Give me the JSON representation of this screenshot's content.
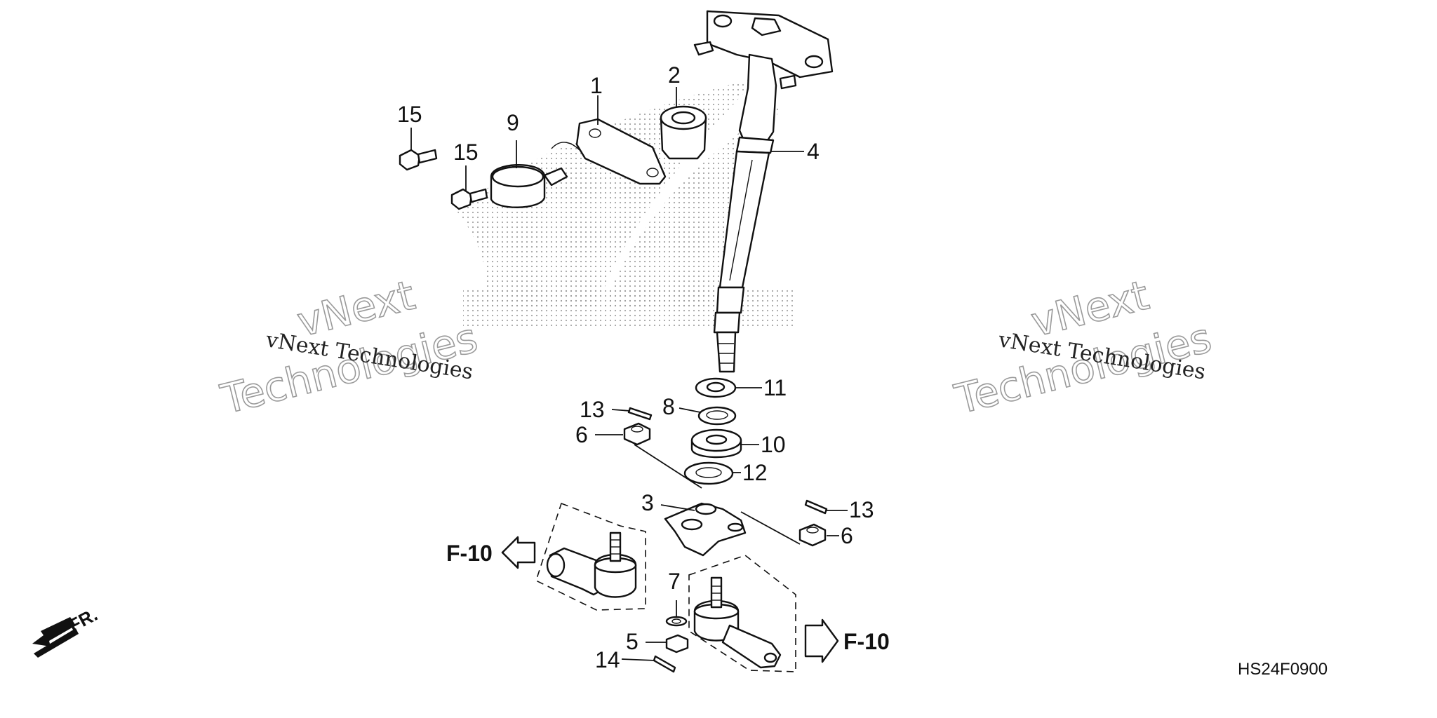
{
  "parts": [
    {
      "number": "1"
    },
    {
      "number": "2"
    },
    {
      "number": "3"
    },
    {
      "number": "4"
    },
    {
      "number": "5"
    },
    {
      "number": "6"
    },
    {
      "number": "6"
    },
    {
      "number": "7"
    },
    {
      "number": "8"
    },
    {
      "number": "9"
    },
    {
      "number": "10"
    },
    {
      "number": "11"
    },
    {
      "number": "12"
    },
    {
      "number": "13"
    },
    {
      "number": "13"
    },
    {
      "number": "14"
    },
    {
      "number": "15"
    },
    {
      "number": "15"
    }
  ],
  "refs": {
    "left": "F-10",
    "right": "F-10"
  },
  "front_label": "FR.",
  "diagram_code": "HS24F0900",
  "watermark": {
    "small": "vNext Technologies",
    "big_line1": "vNext",
    "big_line2": "Technologies"
  }
}
